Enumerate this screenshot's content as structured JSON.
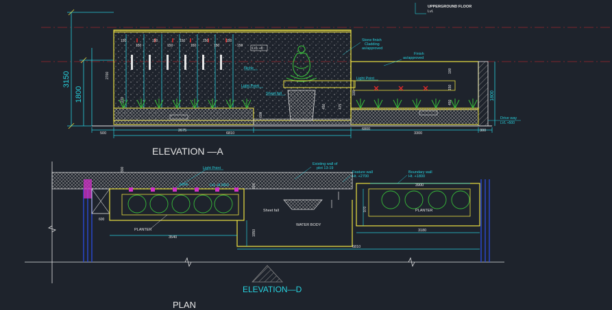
{
  "titles": {
    "elevation_a": "ELEVATION  —A",
    "elevation_d": "ELEVATION—D",
    "plan": "PLAN"
  },
  "elevation_labels": {
    "upper_ground_floor": "UPPERGROUND FLOOR",
    "upper_ground_floor_lvl": "Lvl.",
    "stone_finish": "Stone finish",
    "stone_cladding": "Cladding",
    "stone_approved": "as/approved",
    "finish": "Finish",
    "finish_approved": "as/approved",
    "light_point_left": "Light Point",
    "light_point_right": "Light Point",
    "sheet_fall": "Sheet fall",
    "niche": "Niche",
    "lvl_tag": "LVL +8",
    "drive_way": "Drive way",
    "drive_way_lvl": "LVL +500"
  },
  "elevation_dims": {
    "overall_height": "3150",
    "lower_height": "1800",
    "right_height": "1800",
    "wall_height": "2700",
    "bottom": [
      "500",
      "2675",
      "6810",
      "6800",
      "3300",
      "300"
    ],
    "top_spacing": [
      "150",
      "150",
      "150",
      "150",
      "150",
      "150",
      "150",
      "150",
      "150",
      "150"
    ],
    "small": [
      "270",
      "600",
      "450",
      "475",
      "100",
      "150",
      "450",
      "100"
    ]
  },
  "plan_labels": {
    "light_point": "Light Point",
    "existing_wall": "Existing wall of",
    "existing_wall_2": "plot 13-19",
    "feature_wall": "Feature wall",
    "feature_wall_ht": "Ht. +2700",
    "boundary_wall": "Boundary wall",
    "boundary_wall_ht": "Ht. +1800",
    "niche": "Niche",
    "planter_left": "PLANTER",
    "planter_right": "PLANTER",
    "sheet_fall": "Sheet fall",
    "water_body": "WATER BODY",
    "lvl_tag": "LVL +8 6810"
  },
  "plan_dims": {
    "left_width": "3540",
    "right_width": "3180",
    "overall": "6810",
    "top_right": "3900",
    "side": [
      "300",
      "600",
      "1950",
      "970",
      "300"
    ]
  },
  "colors": {
    "background": "#1e232c",
    "yellow": "#f0e442",
    "cyan": "#27d3e0",
    "white": "#e6e6e6",
    "red": "#e02a2a",
    "green": "#39c03a",
    "magenta": "#d230c8",
    "blue": "#2a4ad8",
    "grey": "#8a8a8a"
  }
}
